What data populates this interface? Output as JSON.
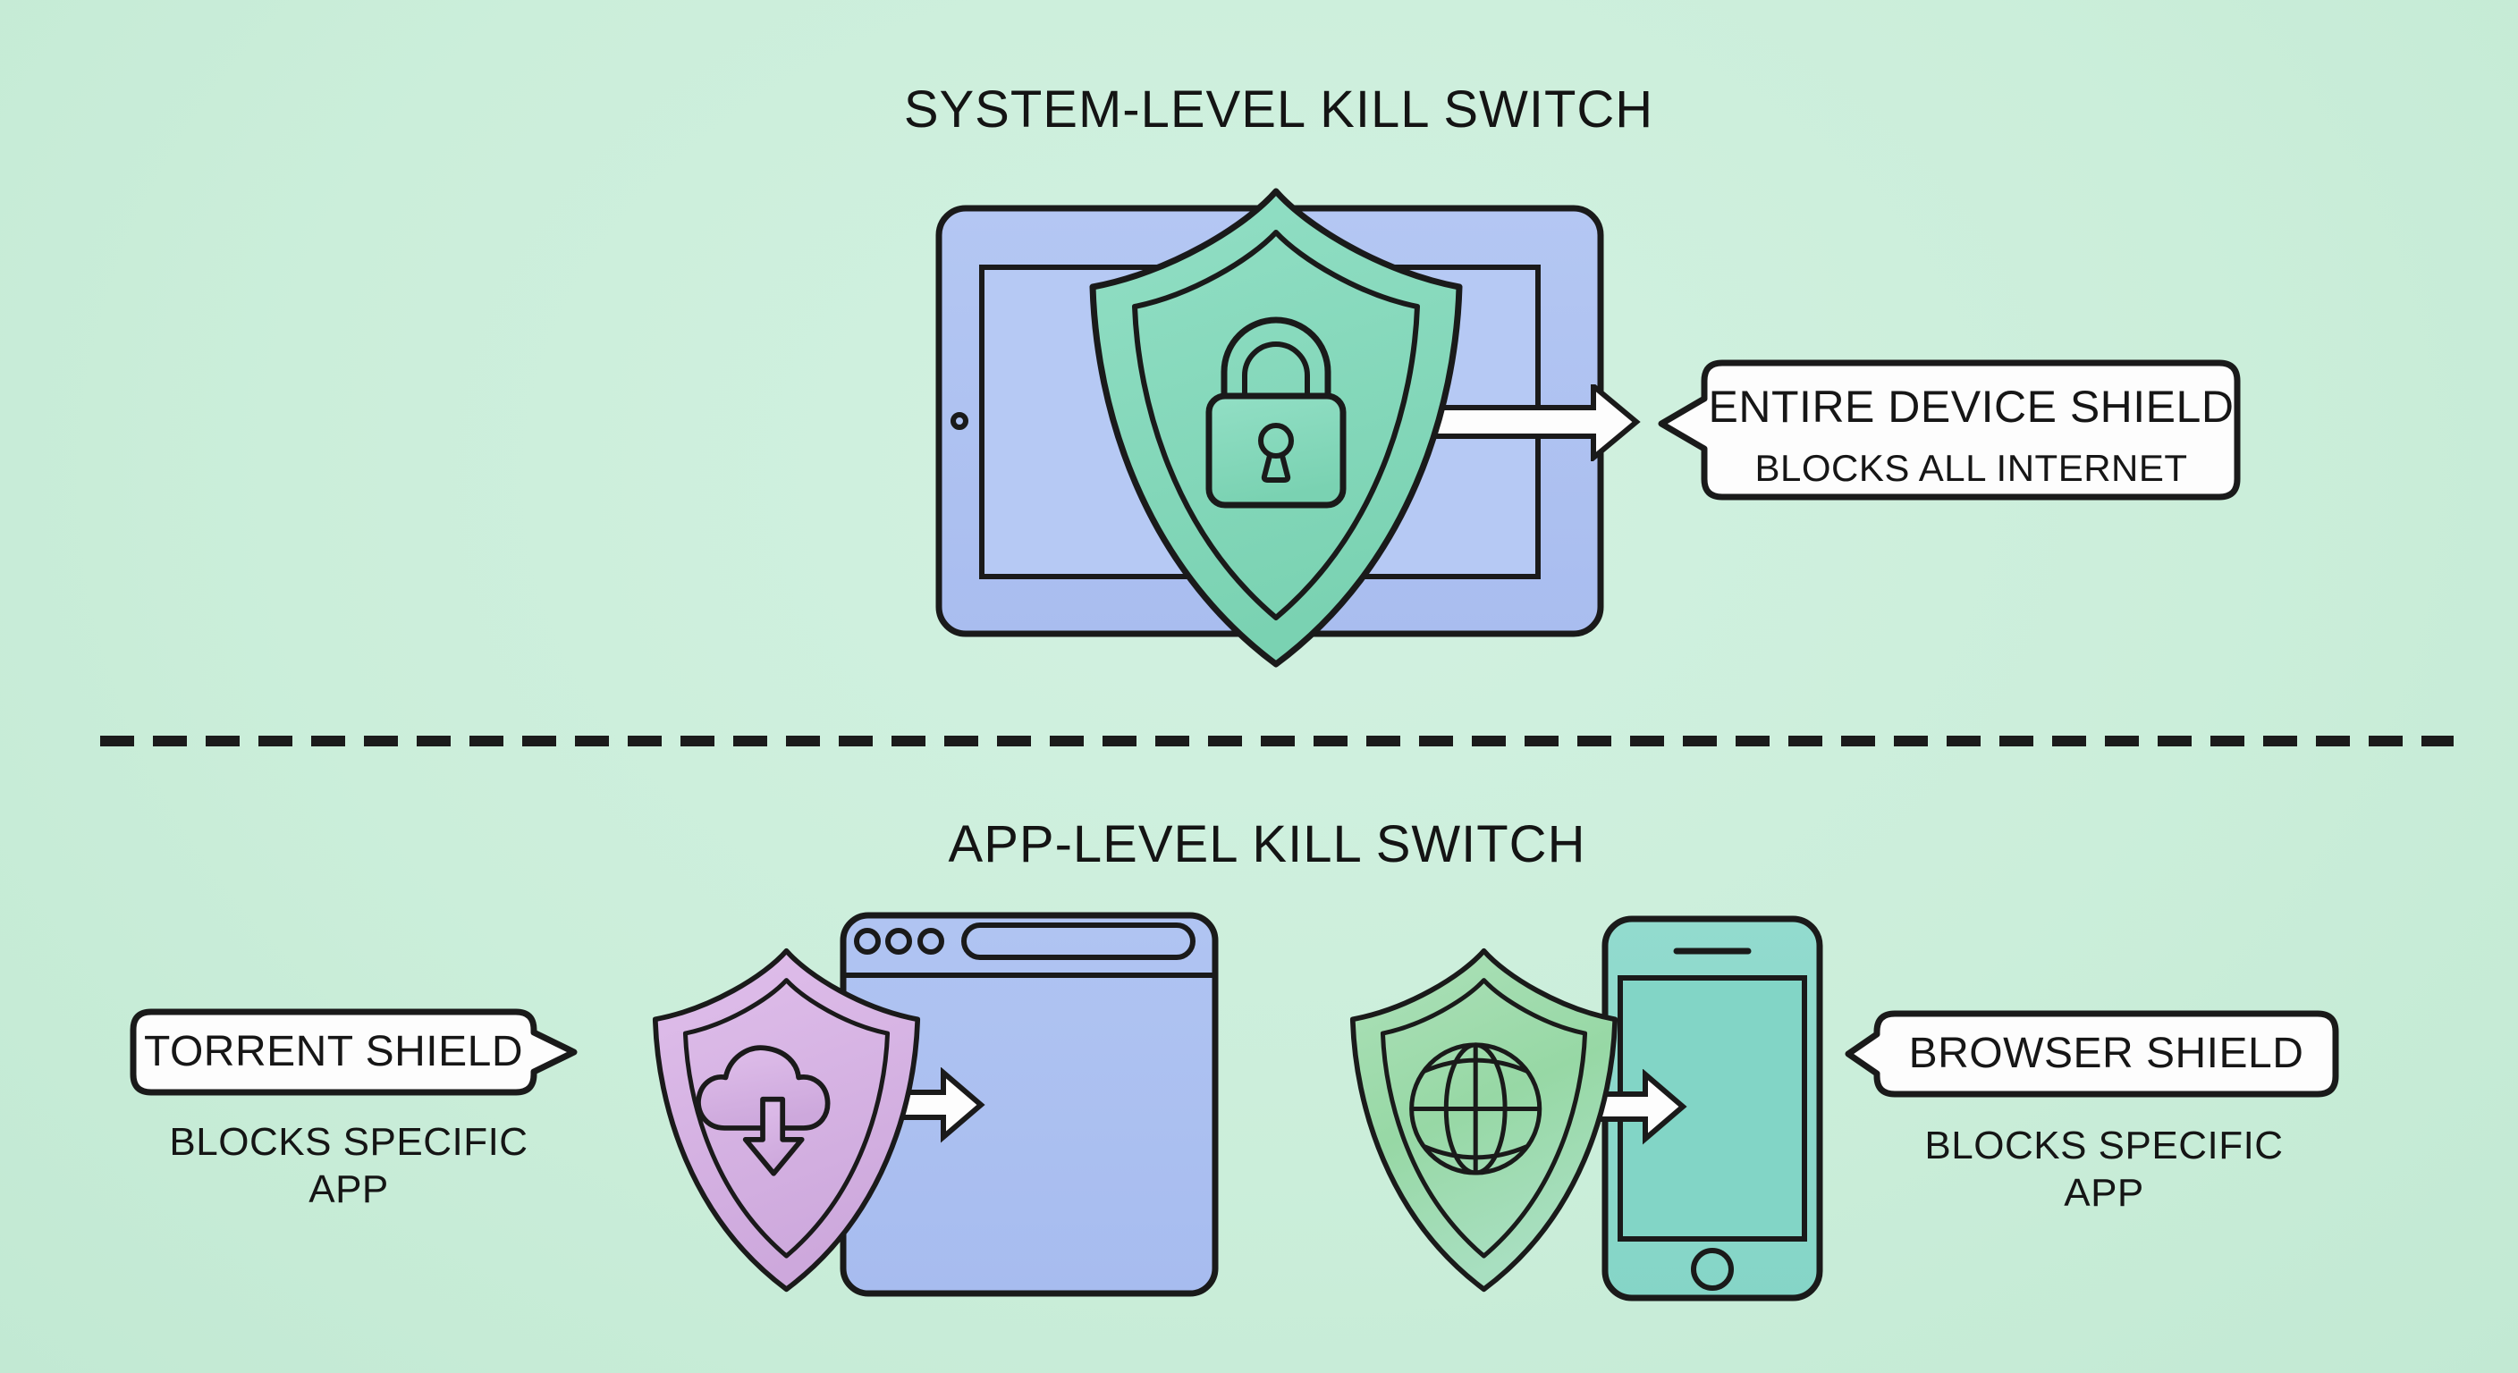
{
  "palette": {
    "background": "#cbeeda",
    "outline": "#1a1a1a",
    "text": "#141414",
    "device_blue": "#aec2f1",
    "device_screen_blue": "#b6c9f4",
    "shield_teal": "#85d8bb",
    "shield_purple": "#d6b1e3",
    "shield_green": "#9cdaa9",
    "phone_teal": "#8bd8cb",
    "phone_screen_teal": "#82d5c6",
    "callout_white": "#fdfdfd",
    "arrow_white": "#fdfdfd"
  },
  "icons": {
    "system": [
      "tablet-icon",
      "shield-lock-icon",
      "arrow-right-icon"
    ],
    "torrent": [
      "shield-cloud-download-icon",
      "browser-window-icon",
      "arrow-right-icon"
    ],
    "browser": [
      "shield-globe-icon",
      "smartphone-icon",
      "arrow-right-icon"
    ]
  },
  "system_section": {
    "title": "SYSTEM-LEVEL KILL SWITCH",
    "callout_line1": "ENTIRE DEVICE SHIELD",
    "callout_line2": "BLOCKS ALL INTERNET"
  },
  "app_section": {
    "title": "APP-LEVEL KILL SWITCH",
    "torrent_callout": "TORRENT SHIELD",
    "torrent_caption": "BLOCKS SPECIFIC APP",
    "browser_callout": "BROWSER SHIELD",
    "browser_caption": "BLOCKS SPECIFIC APP"
  }
}
